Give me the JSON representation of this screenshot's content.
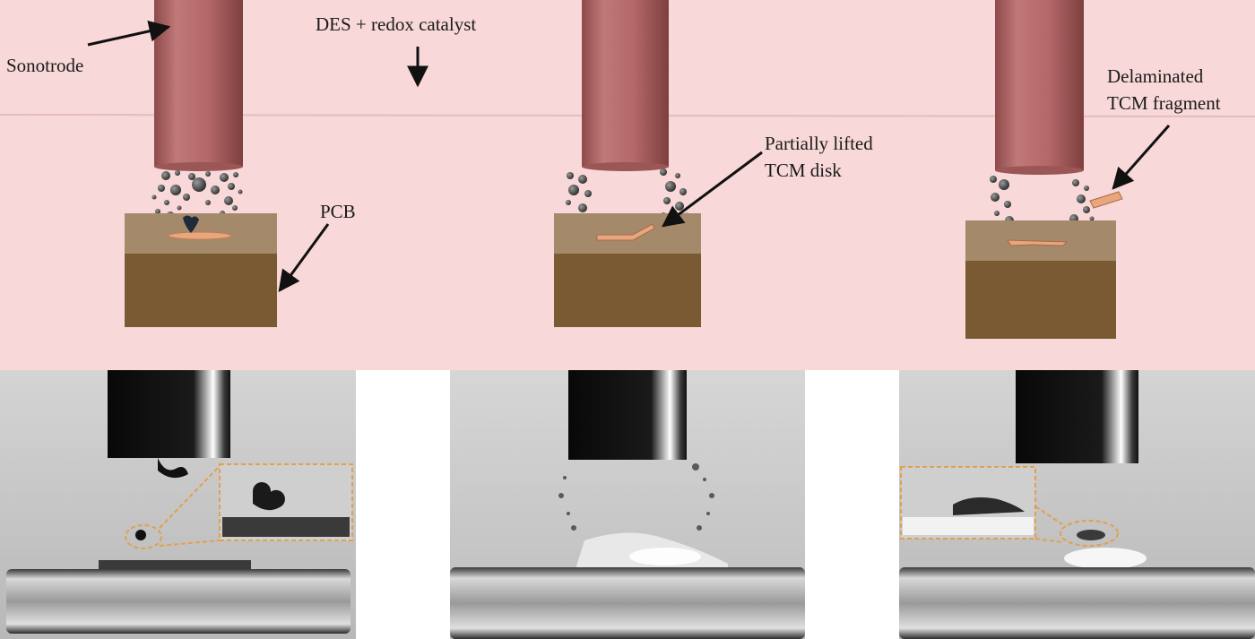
{
  "labels": {
    "sonotrode": "Sonotrode",
    "solution": "DES + redox catalyst",
    "pcb": "PCB",
    "lifted_line1": "Partially lifted",
    "lifted_line2": "TCM disk",
    "fragment_line1": "Delaminated",
    "fragment_line2": "TCM fragment"
  },
  "colors": {
    "solution_bg": "#f8d8d8",
    "sonotrode": "#b86a6a",
    "pcb_top": "#a5896b",
    "pcb_body": "#7a5a33",
    "tcm_disk": "#e8a67c",
    "bubbles": "#3a3a3a",
    "inset_frame": "#e0a050"
  },
  "panels": [
    {
      "stage": "initial",
      "inset": "pit-magnified"
    },
    {
      "stage": "lifting",
      "inset": "none"
    },
    {
      "stage": "delaminated",
      "inset": "fragment-magnified"
    }
  ]
}
